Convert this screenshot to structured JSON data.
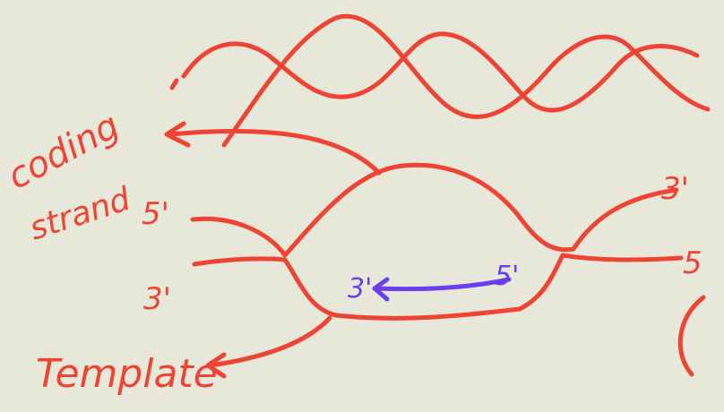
{
  "colors": {
    "background": "#e7e8da",
    "strand": "#ee4433",
    "rna": "#6b3ff0"
  },
  "labels": {
    "coding": "coding",
    "strand": "strand",
    "template": "Template",
    "five_prime_left": "5'",
    "three_prime_left": "3'",
    "three_prime_right": "3'",
    "five_prime_right": "5",
    "rna_three_prime": "3'",
    "rna_five_prime": "5'"
  }
}
